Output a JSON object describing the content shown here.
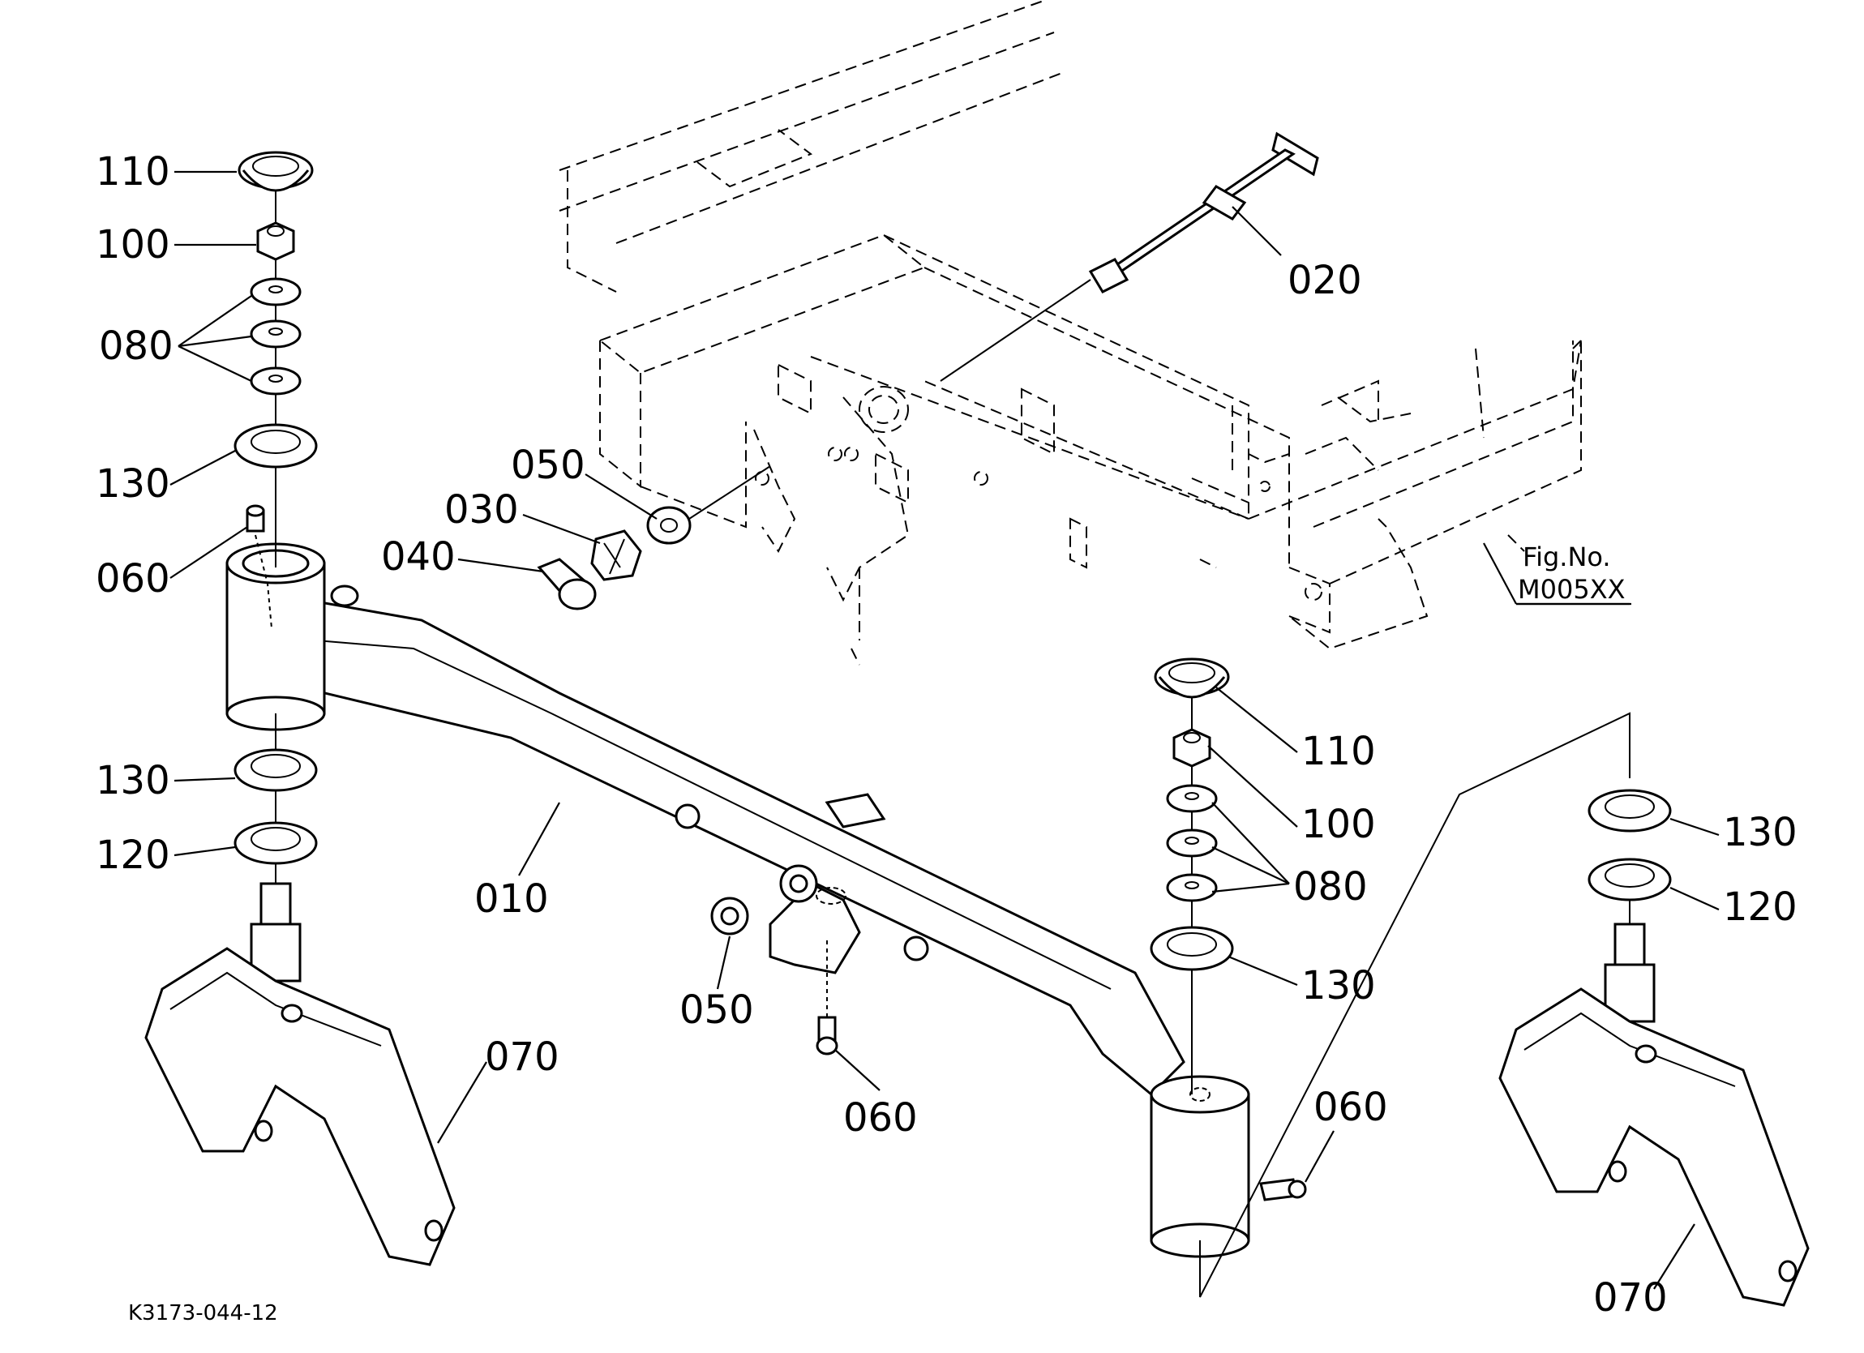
{
  "diagram": {
    "figure_ref": {
      "line1": "Fig.No.",
      "line2": "M005XX"
    },
    "drawing_code": "K3173-044-12",
    "callouts": {
      "c110_left": "110",
      "c100_left": "100",
      "c080_left": "080",
      "c130_left_top": "130",
      "c060_left": "060",
      "c130_left_bottom": "130",
      "c120_left": "120",
      "c070_left": "070",
      "c050_top": "050",
      "c030": "030",
      "c040": "040",
      "c010": "010",
      "c050_bottom": "050",
      "c060_center": "060",
      "c020": "020",
      "c110_right": "110",
      "c100_right": "100",
      "c080_right": "080",
      "c130_right_mid": "130",
      "c060_right": "060",
      "c130_far_right": "130",
      "c120_far_right": "120",
      "c070_right": "070"
    }
  }
}
